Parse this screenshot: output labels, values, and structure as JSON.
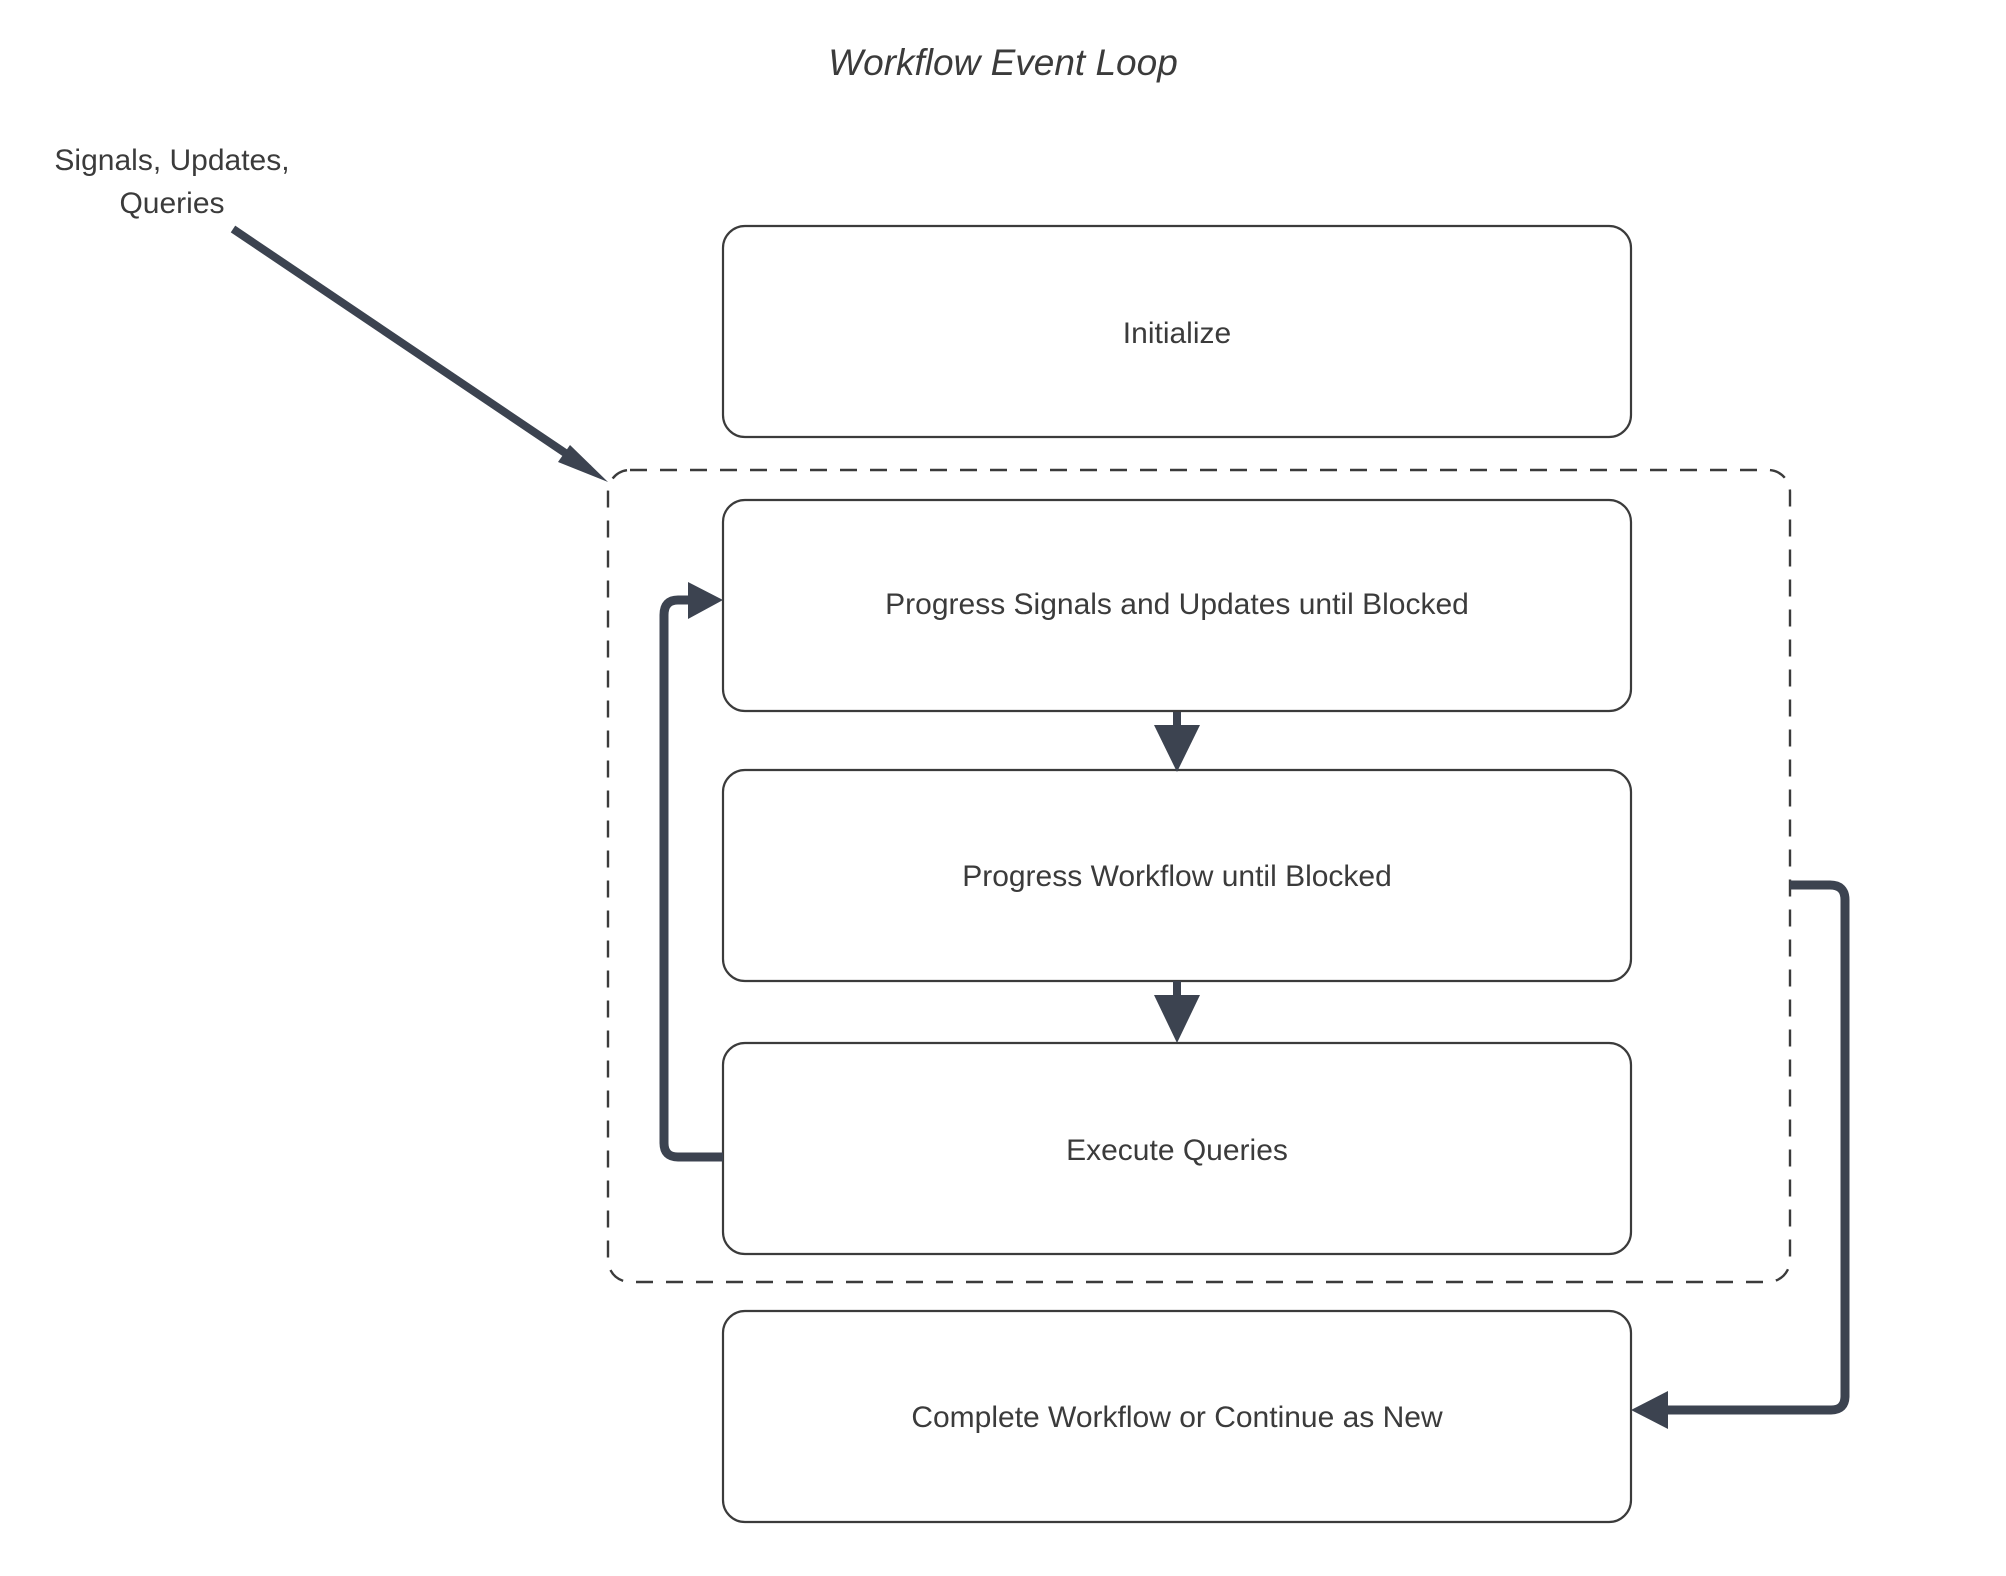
{
  "diagram": {
    "title": "Workflow Event Loop",
    "background_color": "#ffffff",
    "node_border_color": "#3b3b3b",
    "edge_color": "#3c4350",
    "text_color": "#3b3b3b",
    "external_label": {
      "line1": "Signals, Updates,",
      "line2": "Queries"
    },
    "nodes": [
      {
        "id": "initialize",
        "label": "Initialize"
      },
      {
        "id": "progress-signals",
        "label": "Progress Signals and Updates until Blocked"
      },
      {
        "id": "progress-workflow",
        "label": "Progress Workflow until Blocked"
      },
      {
        "id": "execute-queries",
        "label": "Execute Queries"
      },
      {
        "id": "complete-workflow",
        "label": "Complete Workflow or Continue as New"
      }
    ],
    "group": {
      "id": "event-loop-group",
      "style": "dashed"
    },
    "edges": [
      {
        "from": "external-signals",
        "to": "event-loop-group",
        "style": "diagonal-arrow"
      },
      {
        "from": "progress-signals",
        "to": "progress-workflow",
        "style": "vertical-arrow"
      },
      {
        "from": "progress-workflow",
        "to": "execute-queries",
        "style": "vertical-arrow"
      },
      {
        "from": "execute-queries",
        "to": "progress-signals",
        "style": "loop-back-left"
      },
      {
        "from": "event-loop-group",
        "to": "complete-workflow",
        "style": "loop-right-down"
      }
    ]
  }
}
